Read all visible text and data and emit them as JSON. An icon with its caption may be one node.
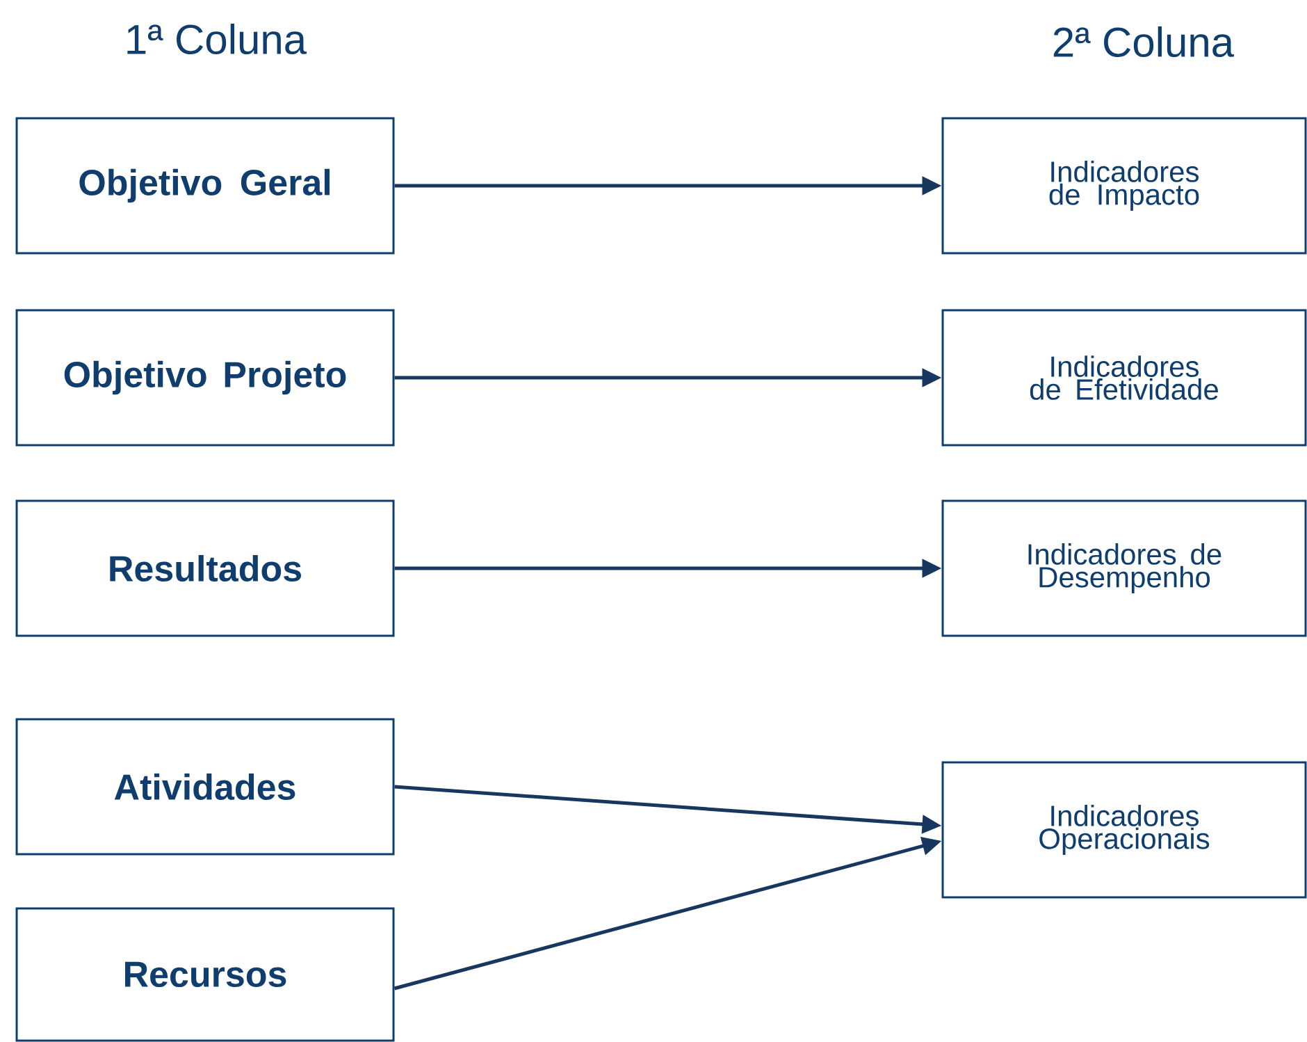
{
  "diagram": {
    "nodes": [
      {
        "text": [
          "Objetivo Geral"
        ]
      },
      {
        "text": [
          "Objetivo Projeto"
        ]
      },
      {
        "text": [
          "Resultados"
        ]
      },
      {
        "text": [
          "Atividades"
        ]
      },
      {
        "text": [
          "Recursos"
        ]
      },
      {
        "text": [
          "Indicadores de Impacto"
        ]
      },
      {
        "text": [
          "Indicadores de Efetividade"
        ]
      },
      {
        "text": [
          "Indicadores de Desempenho"
        ]
      },
      {
        "text": [
          "Indicadores Operacionais"
        ]
      }
    ],
    "edges": [
      {
        "from": 0,
        "to": 5,
        "arrow": "to"
      },
      {
        "from": 1,
        "to": 6,
        "arrow": "to"
      },
      {
        "from": 2,
        "to": 7,
        "arrow": "to"
      },
      {
        "from": 3,
        "to": 8,
        "arrow": "to"
      },
      {
        "from": 4,
        "to": 8,
        "arrow": "to"
      }
    ],
    "labels": [
      "1ª Coluna",
      "2ª Coluna"
    ]
  }
}
